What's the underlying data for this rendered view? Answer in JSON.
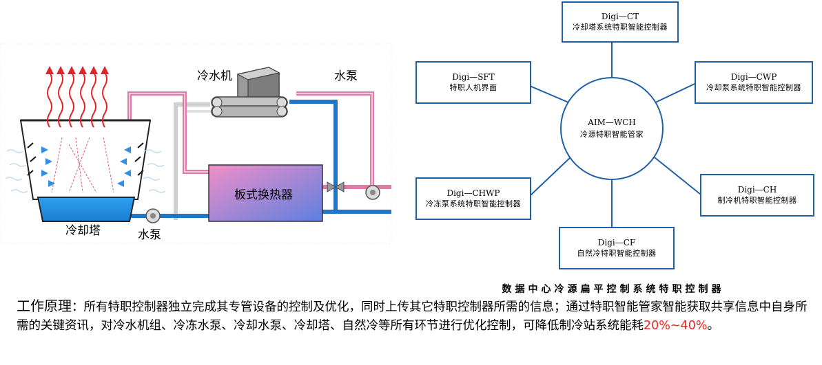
{
  "schematic": {
    "labels": {
      "chiller": "冷水机",
      "pump_top": "水泵",
      "cooling_tower": "冷却塔",
      "pump_bottom": "水泵",
      "plate_heat_exchanger": "板式换热器"
    }
  },
  "network": {
    "hub": {
      "id": "AIM—WCH",
      "name": "冷源特职智能管家"
    },
    "nodes": {
      "ct": {
        "id": "Digi—CT",
        "name": "冷却塔系统特职智能控制器"
      },
      "sft": {
        "id": "Digi—SFT",
        "name": "特职人机界面"
      },
      "cwp": {
        "id": "Digi—CWP",
        "name": "冷却泵系统特职智能控制器"
      },
      "chwp": {
        "id": "Digi—CHWP",
        "name": "冷冻泵系统特职智能控制器"
      },
      "ch": {
        "id": "Digi—CH",
        "name": "制冷机特职智能控制器"
      },
      "cf": {
        "id": "Digi—CF",
        "name": "自然冷特职智能控制器"
      }
    },
    "caption": "数据中心冷源扁平控制系统特职控制器"
  },
  "description": {
    "lead": "工作原理",
    "text": "：所有特职控制器独立完成其专管设备的控制及优化，同时上传其它特职控制器所需的信息；通过特职智能管家智能获取共享信息中自身所需的关键资讯，对冷水机组、冷冻水泵、冷却水泵、冷却塔、自然冷等所有环节进行优化控制，可降低制冷站系统能耗",
    "highlight": "20%~40%",
    "end": "。"
  },
  "colors": {
    "node_border": "#1f5fa6",
    "hot_pipe": "#e07aa8",
    "cold_pipe": "#2176c7",
    "gray_pipe": "#c8c8c8",
    "highlight": "#e8251f"
  }
}
